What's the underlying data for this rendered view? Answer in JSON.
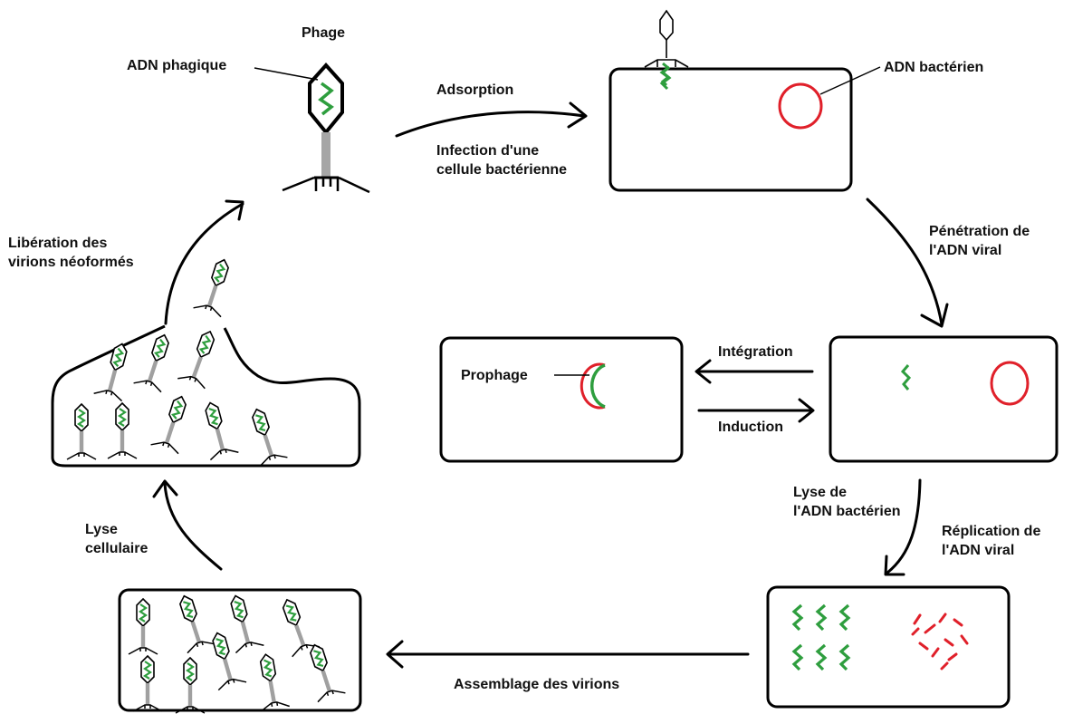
{
  "labels": {
    "phage": "Phage",
    "adn_phagique": "ADN phagique",
    "adsorption": "Adsorption",
    "infection": [
      "Infection d'une",
      "cellule bactérienne"
    ],
    "adn_bacterien": "ADN bactérien",
    "penetration": [
      "Pénétration de",
      "l'ADN viral"
    ],
    "integration": "Intégration",
    "induction": "Induction",
    "prophage": "Prophage",
    "lyse_adn": [
      "Lyse de",
      "l'ADN bactérien"
    ],
    "replication": [
      "Réplication de",
      "l'ADN viral"
    ],
    "assemblage": "Assemblage des virions",
    "lyse_cellulaire": [
      "Lyse",
      "cellulaire"
    ],
    "liberation": [
      "Libération des",
      "virions néoformés"
    ]
  },
  "colors": {
    "phage_dna": "#2e9e3e",
    "bacterial_dna": "#e0202a",
    "tail": "#9a9a9a",
    "outline": "#000000"
  }
}
